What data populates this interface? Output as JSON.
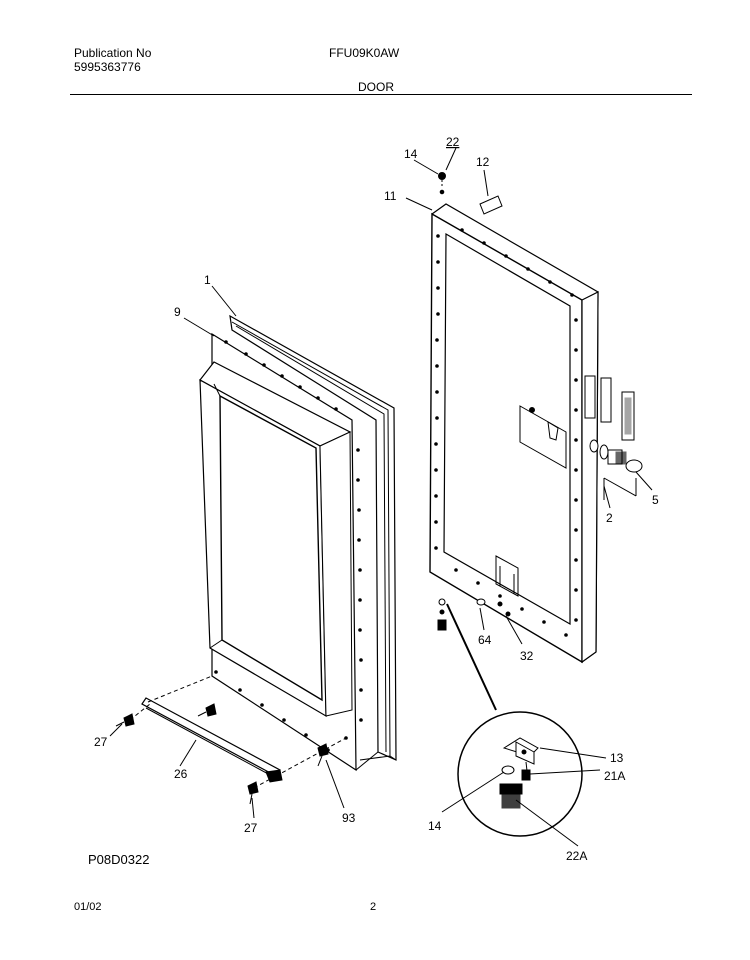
{
  "header": {
    "publication_label": "Publication No",
    "publication_number": "5995363776",
    "model": "FFU09K0AW",
    "section_title": "DOOR"
  },
  "callouts": {
    "c1": "1",
    "c9": "9",
    "c11": "11",
    "c12": "12",
    "c14_top": "14",
    "c22": "22",
    "c5": "5",
    "c2": "2",
    "c64": "64",
    "c32": "32",
    "c27_left": "27",
    "c26": "26",
    "c27_bottom": "27",
    "c93": "93",
    "c13": "13",
    "c21a": "21A",
    "c14_detail": "14",
    "c22a": "22A"
  },
  "footer": {
    "diagram_code": "P08D0322",
    "date": "01/02",
    "page_number": "2"
  }
}
